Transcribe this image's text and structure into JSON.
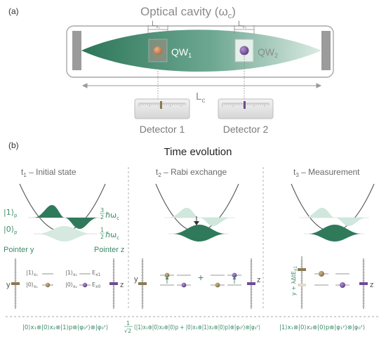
{
  "panel_a": {
    "label": "(a)",
    "cavity_title": "Optical cavity (ω",
    "cavity_title_sub": "c",
    "cavity_title_close": ")",
    "qw1": "QW",
    "qw1_sub": "1",
    "qw2": "QW",
    "qw2_sub": "2",
    "lx1": "L",
    "lx1_sub": "x₁",
    "lx2": "L",
    "lx2_sub": "x₂",
    "lc": "L",
    "lc_sub": "c",
    "detector1": "Detector 1",
    "detector2": "Detector 2"
  },
  "panel_b": {
    "label": "(b)",
    "title": "Time evolution",
    "t1": "t",
    "t1_sub": "1",
    "t1_text": " – Initial state",
    "t2": "t",
    "t2_sub": "2",
    "t2_text": " – Rabi exchange",
    "t3": "t",
    "t3_sub": "3",
    "t3_text": " – Measurement",
    "ket1p": "|1⟩",
    "ket1p_sub": "p",
    "ket0p": "|0⟩",
    "ket0p_sub": "p",
    "e32": "ℏω",
    "e32_sub": "c",
    "e12": "ℏω",
    "e12_sub": "c",
    "pointer_y": "Pointer y",
    "pointer_z": "Pointer z",
    "y": "y",
    "z": "z",
    "ket1x1": "|1⟩",
    "ket1x1_sub": "x₁",
    "ket0x1": "|0⟩",
    "ket0x1_sub": "x₁",
    "ket1x2": "|1⟩",
    "ket1x2_sub": "x₂",
    "ket0x2": "|0⟩",
    "ket0x2_sub": "x₂",
    "ex1": "E",
    "ex1_sub": "x1",
    "ex0": "E",
    "ex0_sub": "x0",
    "plus": "+",
    "y_shift": "y + λΔtE",
    "y_shift_sub": "x1",
    "eq1": "|0⟩x₁⊗|0⟩x₂⊗|1⟩p⊗|φ₀ʸ⟩⊗|φ₀ᶻ⟩",
    "eq2_pre": "1",
    "eq2_den": "√2",
    "eq2": "(|1⟩x₁⊗|0⟩x₂⊗|0⟩p + |0⟩x₁⊗|1⟩x₂⊗|0⟩p)⊗|φ₀ʸ⟩⊗|φ₀ᶻ⟩",
    "eq3": "|1⟩x₁⊗|0⟩x₂⊗|0⟩p⊗|φ₁ʸ⟩⊗|φ₀ᶻ⟩"
  },
  "colors": {
    "green_dark": "#2f7a5a",
    "green_light": "#cfe7dc",
    "text_green": "#3d8a69",
    "gray_text": "#8a8a8a",
    "brown": "#8a7a52",
    "purple": "#6f4a93",
    "orange": "#c97b4a"
  }
}
